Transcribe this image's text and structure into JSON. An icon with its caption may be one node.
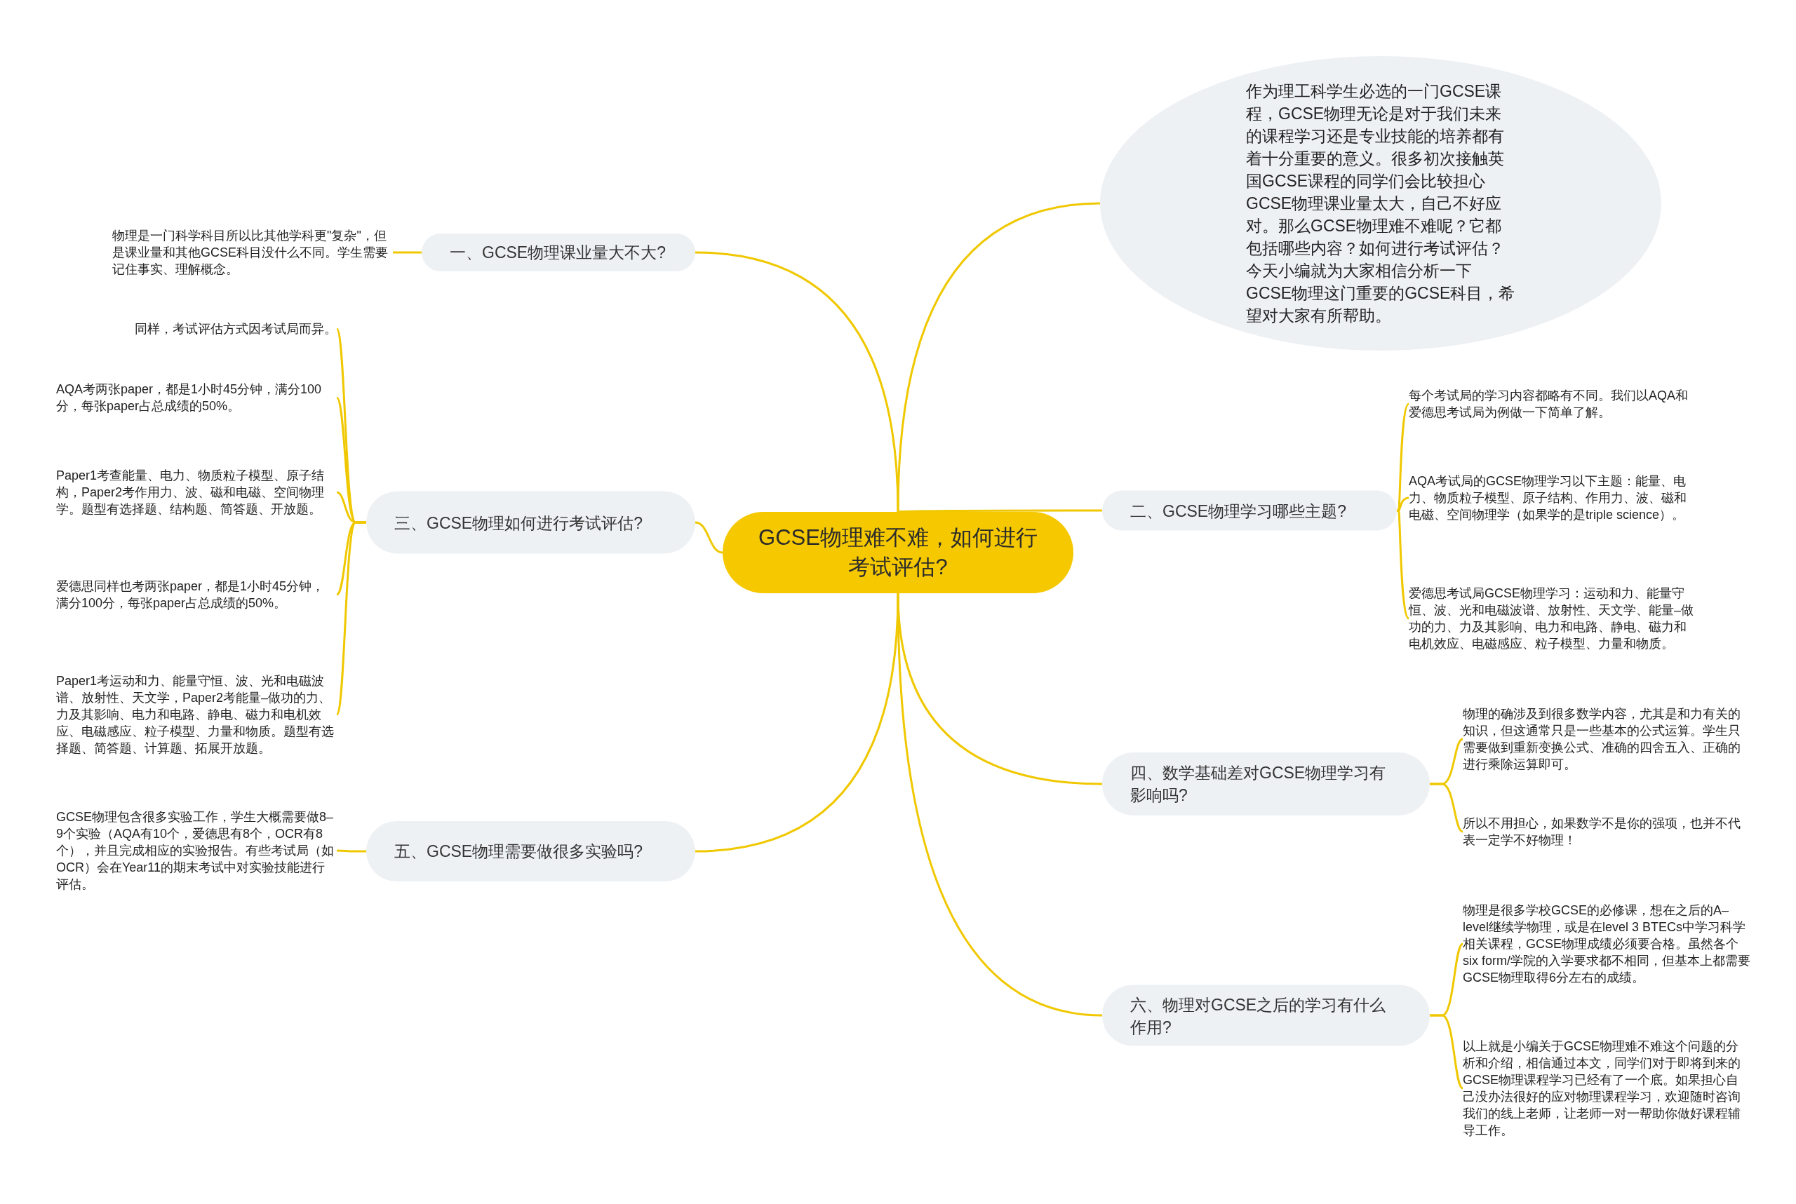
{
  "diagram": {
    "nodes": [
      {
        "text": [
          "GCSE物理难不难，如何进行考试评估?"
        ]
      },
      {
        "text": [
          "作为理工科学生必选的一门GCSE课程，GCSE物理无论是对于我们未来的课程学习还是专业技能的培养都有着十分重要的意义。很多初次接触英国GCSE课程的同学们会比较担心GCSE物理课业量太大，自己不好应对。那么GCSE物理难不难呢？它都包括哪些内容？如何进行考试评估？今天小编就为大家相信分析一下GCSE物理这门重要的GCSE科目，希望对大家有所帮助。"
        ]
      },
      {
        "text": [
          "一、GCSE物理课业量大不大?"
        ]
      },
      {
        "text": [
          "物理是一门科学科目所以比其他学科更\"复杂\"，但是课业量和其他GCSE科目没什么不同。学生需要记住事实、理解概念。"
        ]
      },
      {
        "text": [
          "二、GCSE物理学习哪些主题?"
        ]
      },
      {
        "text": [
          "每个考试局的学习内容都略有不同。我们以AQA和爱德思考试局为例做一下简单了解。"
        ]
      },
      {
        "text": [
          "AQA考试局的GCSE物理学习以下主题：能量、电力、物质粒子模型、原子结构、作用力、波、磁和电磁、空间物理学（如果学的是triple science）。"
        ]
      },
      {
        "text": [
          "爱德思考试局GCSE物理学习：运动和力、能量守恒、波、光和电磁波谱、放射性、天文学、能量–做功的力、力及其影响、电力和电路、静电、磁力和电机效应、电磁感应、粒子模型、力量和物质。"
        ]
      },
      {
        "text": [
          "三、GCSE物理如何进行考试评估?"
        ]
      },
      {
        "text": [
          "同样，考试评估方式因考试局而异。"
        ]
      },
      {
        "text": [
          "AQA考两张paper，都是1小时45分钟，满分100分，每张paper占总成绩的50%。"
        ]
      },
      {
        "text": [
          "Paper1考查能量、电力、物质粒子模型、原子结构，Paper2考作用力、波、磁和电磁、空间物理学。题型有选择题、结构题、简答题、开放题。"
        ]
      },
      {
        "text": [
          "爱德思同样也考两张paper，都是1小时45分钟，满分100分，每张paper占总成绩的50%。"
        ]
      },
      {
        "text": [
          "Paper1考运动和力、能量守恒、波、光和电磁波谱、放射性、天文学，Paper2考能量–做功的力、力及其影响、电力和电路、静电、磁力和电机效应、电磁感应、粒子模型、力量和物质。题型有选择题、简答题、计算题、拓展开放题。"
        ]
      },
      {
        "text": [
          "四、数学基础差对GCSE物理学习有影响吗?"
        ]
      },
      {
        "text": [
          "物理的确涉及到很多数学内容，尤其是和力有关的知识，但这通常只是一些基本的公式运算。学生只需要做到重新变换公式、准确的四舍五入、正确的进行乘除运算即可。"
        ]
      },
      {
        "text": [
          "所以不用担心，如果数学不是你的强项，也并不代表一定学不好物理！"
        ]
      },
      {
        "text": [
          "五、GCSE物理需要做很多实验吗?"
        ]
      },
      {
        "text": [
          "GCSE物理包含很多实验工作，学生大概需要做8–9个实验（AQA有10个，爱德思有8个，OCR有8个），并且完成相应的实验报告。有些考试局（如OCR）会在Year11的期末考试中对实验技能进行评估。"
        ]
      },
      {
        "text": [
          "六、物理对GCSE之后的学习有什么作用?"
        ]
      },
      {
        "text": [
          "物理是很多学校GCSE的必修课，想在之后的A–level继续学物理，或是在level 3 BTECs中学习科学相关课程，GCSE物理成绩必须要合格。虽然各个six form/学院的入学要求都不相同，但基本上都需要GCSE物理取得6分左右的成绩。"
        ]
      },
      {
        "text": [
          "以上就是小编关于GCSE物理难不难这个问题的分析和介绍，相信通过本文，同学们对于即将到来的GCSE物理课程学习已经有了一个底。如果担心自己没办法很好的应对物理课程学习，欢迎随时咨询我们的线上老师，让老师一对一帮助你做好课程辅导工作。"
        ]
      }
    ],
    "edges": [
      {
        "from": 0,
        "to": 1,
        "arrow": "none"
      },
      {
        "from": 0,
        "to": 2,
        "arrow": "none"
      },
      {
        "from": 2,
        "to": 3,
        "arrow": "none"
      },
      {
        "from": 0,
        "to": 4,
        "arrow": "none"
      },
      {
        "from": 4,
        "to": 5,
        "arrow": "none"
      },
      {
        "from": 4,
        "to": 6,
        "arrow": "none"
      },
      {
        "from": 4,
        "to": 7,
        "arrow": "none"
      },
      {
        "from": 0,
        "to": 8,
        "arrow": "none"
      },
      {
        "from": 8,
        "to": 9,
        "arrow": "none"
      },
      {
        "from": 8,
        "to": 10,
        "arrow": "none"
      },
      {
        "from": 8,
        "to": 11,
        "arrow": "none"
      },
      {
        "from": 8,
        "to": 12,
        "arrow": "none"
      },
      {
        "from": 8,
        "to": 13,
        "arrow": "none"
      },
      {
        "from": 0,
        "to": 14,
        "arrow": "none"
      },
      {
        "from": 14,
        "to": 15,
        "arrow": "none"
      },
      {
        "from": 14,
        "to": 16,
        "arrow": "none"
      },
      {
        "from": 0,
        "to": 17,
        "arrow": "none"
      },
      {
        "from": 17,
        "to": 18,
        "arrow": "none"
      },
      {
        "from": 0,
        "to": 19,
        "arrow": "none"
      },
      {
        "from": 19,
        "to": 20,
        "arrow": "none"
      },
      {
        "from": 19,
        "to": 21,
        "arrow": "none"
      }
    ]
  }
}
